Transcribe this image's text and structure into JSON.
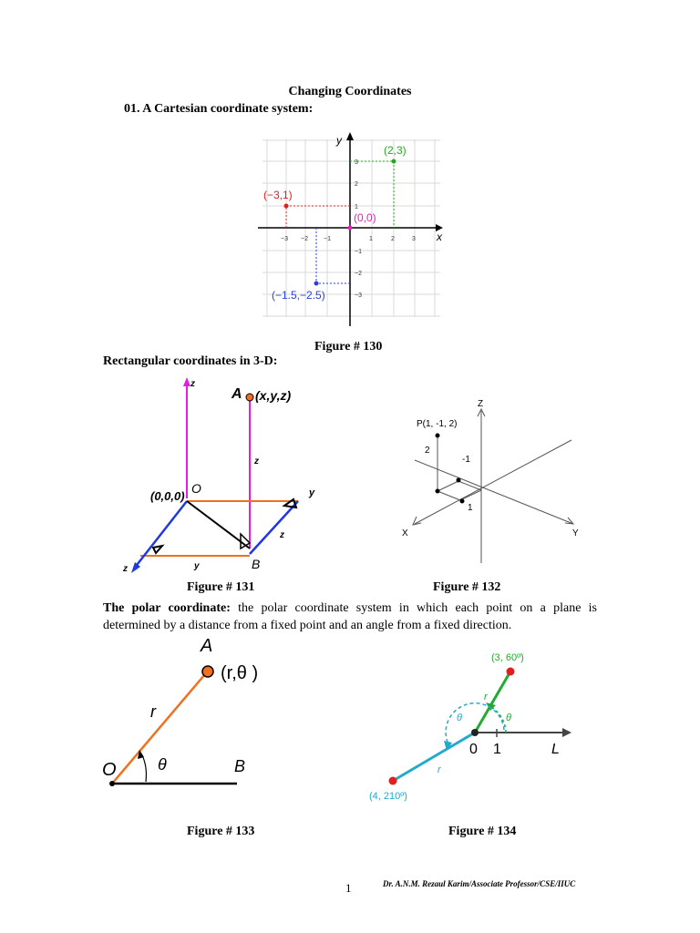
{
  "title": "Changing Coordinates",
  "section1": "01. A Cartesian coordinate system:",
  "fig130": {
    "caption": "Figure # 130",
    "axis_x": "x",
    "axis_y": "y",
    "points": [
      {
        "label": "(2,3)",
        "color": "#22aa22"
      },
      {
        "label": "(−3,1)",
        "color": "#e02020"
      },
      {
        "label": "(0,0)",
        "color": "#e020c0"
      },
      {
        "label": "(−1.5,−2.5)",
        "color": "#2a3ee0"
      }
    ],
    "xticks": [
      "−3",
      "−2",
      "−1",
      "1",
      "2",
      "3"
    ],
    "yticks": [
      "3",
      "2",
      "1",
      "−1",
      "−2",
      "−3"
    ]
  },
  "section2": "Rectangular coordinates in 3-D:",
  "fig131": {
    "caption": "Figure # 131",
    "labels": {
      "z_top": "z",
      "A": "A",
      "xyz": "(x,y,z)",
      "z_mid": "z",
      "O": "O",
      "origin": "(0,0,0)",
      "y_right": "y",
      "z_right": "z",
      "B": "B",
      "z_bottom": "z",
      "y_bottom": "y"
    }
  },
  "fig132": {
    "caption": "Figure # 132",
    "labels": {
      "Z": "Z",
      "P": "P(1, -1, 2)",
      "two": "2",
      "neg1": "-1",
      "one": "1",
      "X": "X",
      "Y": "Y"
    }
  },
  "polar_heading": "The polar coordinate:",
  "polar_text": " the polar coordinate system in which each point on a plane is determined by a distance from a fixed point and an angle from a fixed direction.",
  "fig133": {
    "caption": "Figure # 133",
    "labels": {
      "A": "A",
      "rtheta": "(r,θ )",
      "r": "r",
      "O": "O",
      "theta": "θ",
      "B": "B"
    }
  },
  "fig134": {
    "caption": "Figure # 134",
    "labels": {
      "p1": "(3, 60º)",
      "r1": "r",
      "theta1": "θ",
      "theta2": "θ",
      "zero": "0",
      "one": "1",
      "L": "L",
      "r2": "r",
      "p2": "(4, 210º)"
    }
  },
  "page_number": "1",
  "footer": "Dr. A.N.M. Rezaul Karim/Associate Professor/CSE/IIUC"
}
